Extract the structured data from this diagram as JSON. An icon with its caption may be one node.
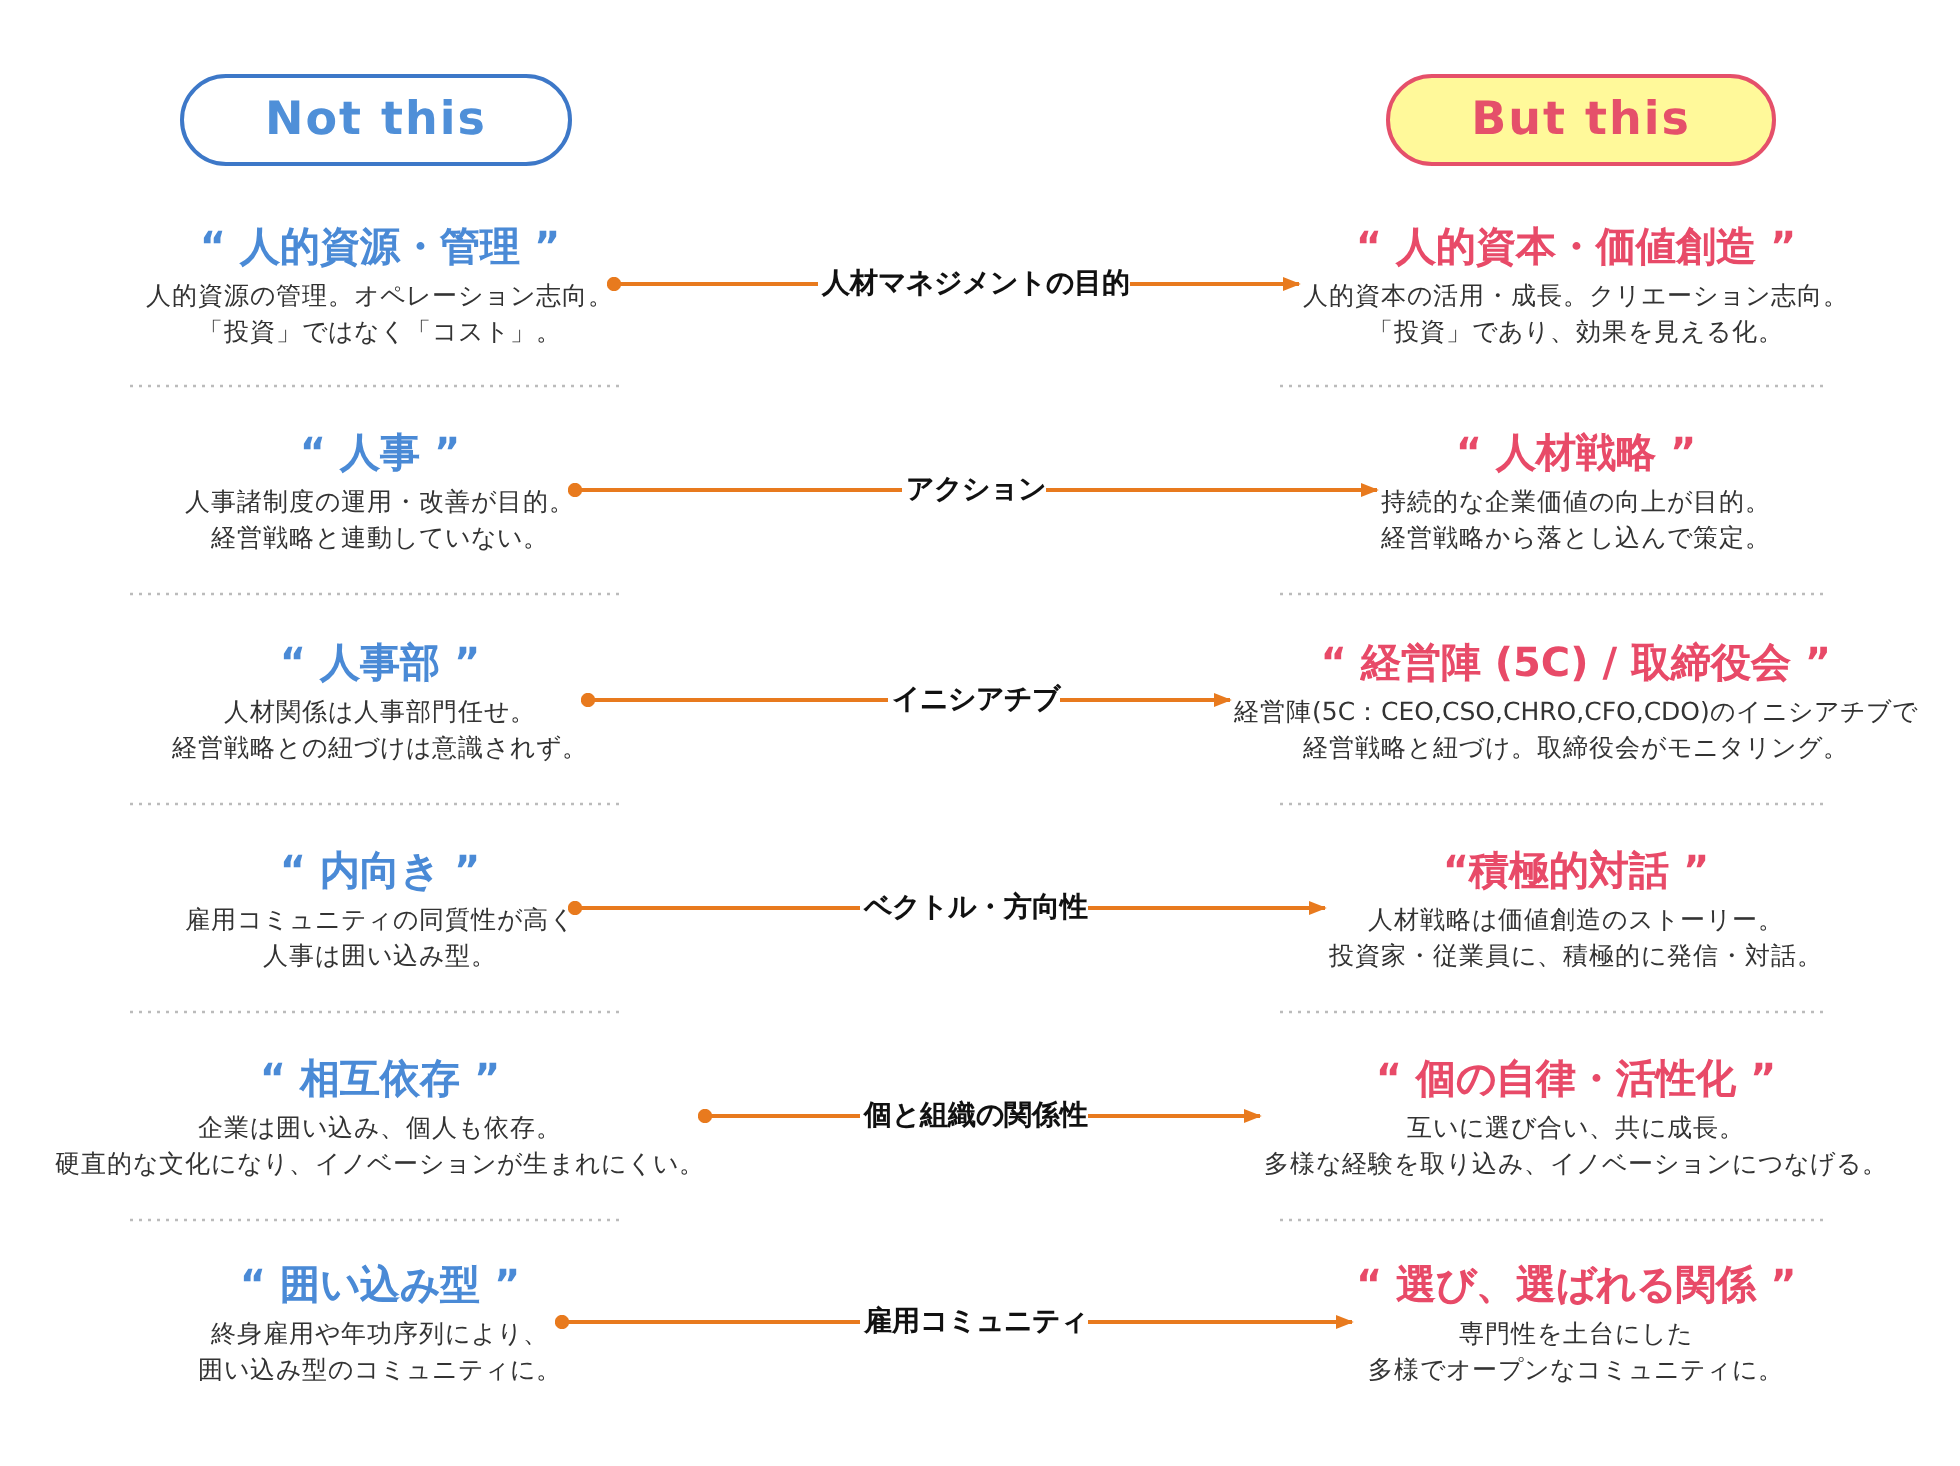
{
  "diagram": {
    "nodes": [
      {
        "text": [
          "Not this"
        ]
      },
      {
        "text": [
          "But this"
        ]
      },
      {
        "text": [
          "“ 人的資源・管理 ”",
          "人的資源の管理。オペレーション志向。「投資」ではなく「コスト」。"
        ]
      },
      {
        "text": [
          "人材マネジメントの目的"
        ]
      },
      {
        "text": [
          "“ 人的資本・価値創造 ”",
          "人的資本の活用・成長。クリエーション志向。「投資」であり、効果を見える化。"
        ]
      },
      {
        "text": [
          "“ 人事 ”",
          "人事諸制度の運用・改善が目的。経営戦略と連動していない。"
        ]
      },
      {
        "text": [
          "アクション"
        ]
      },
      {
        "text": [
          "“ 人材戦略 ”",
          "持続的な企業価値の向上が目的。経営戦略から落とし込んで策定。"
        ]
      },
      {
        "text": [
          "“ 人事部 ”",
          "人材関係は人事部門任せ。経営戦略との紐づけは意識されず。"
        ]
      },
      {
        "text": [
          "イニシアチブ"
        ]
      },
      {
        "text": [
          "“ 経営陣 (5C) / 取締役会 ”",
          "経営陣(5C：CEO,CSO,CHRO,CFO,CDO)のイニシアチブで経営戦略と紐づけ。取締役会がモニタリング。"
        ]
      },
      {
        "text": [
          "“ 内向き ”",
          "雇用コミュニティの同質性が高く人事は囲い込み型。"
        ]
      },
      {
        "text": [
          "ベクトル・方向性"
        ]
      },
      {
        "text": [
          "“積極的対話 ”",
          "人材戦略は価値創造のストーリー。投資家・従業員に、積極的に発信・対話。"
        ]
      },
      {
        "text": [
          "“ 相互依存 ”",
          "企業は囲い込み、個人も依存。硬直的な文化になり、イノベーションが生まれにくい。"
        ]
      },
      {
        "text": [
          "個と組織の関係性"
        ]
      },
      {
        "text": [
          "“ 個の自律・活性化 ”",
          "互いに選び合い、共に成長。多様な経験を取り込み、イノベーションにつなげる。"
        ]
      },
      {
        "text": [
          "“ 囲い込み型 ”",
          "終身雇用や年功序列により、囲い込み型のコミュニティに。"
        ]
      },
      {
        "text": [
          "雇用コミュニティ"
        ]
      },
      {
        "text": [
          "“ 選び、選ばれる関係 ”",
          "専門性を土台にした多様でオープンなコミュニティに。"
        ]
      }
    ],
    "edges": [
      {
        "from": 2,
        "to": 3,
        "arrow": "other"
      },
      {
        "from": 3,
        "to": 4,
        "arrow": "to"
      },
      {
        "from": 5,
        "to": 6,
        "arrow": "other"
      },
      {
        "from": 6,
        "to": 7,
        "arrow": "to"
      },
      {
        "from": 8,
        "to": 9,
        "arrow": "other"
      },
      {
        "from": 9,
        "to": 10,
        "arrow": "to"
      },
      {
        "from": 11,
        "to": 12,
        "arrow": "other"
      },
      {
        "from": 12,
        "to": 13,
        "arrow": "to"
      },
      {
        "from": 14,
        "to": 15,
        "arrow": "other"
      },
      {
        "from": 15,
        "to": 16,
        "arrow": "to"
      },
      {
        "from": 17,
        "to": 18,
        "arrow": "other"
      },
      {
        "from": 18,
        "to": 19,
        "arrow": "to"
      }
    ]
  }
}
